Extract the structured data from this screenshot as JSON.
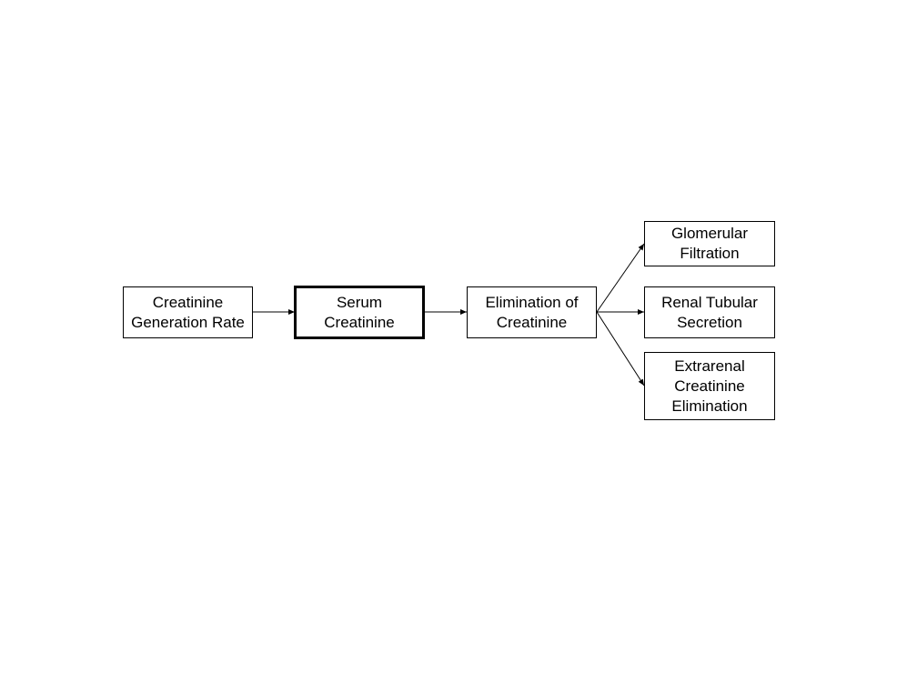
{
  "nodes": {
    "generation": {
      "lines": [
        "Creatinine",
        "Generation Rate"
      ]
    },
    "serum": {
      "lines": [
        "Serum",
        "Creatinine"
      ]
    },
    "elimination": {
      "lines": [
        "Elimination of",
        "Creatinine"
      ]
    },
    "glomerular": {
      "lines": [
        "Glomerular",
        "Filtration"
      ]
    },
    "tubular": {
      "lines": [
        "Renal Tubular",
        "Secretion"
      ]
    },
    "extrarenal": {
      "lines": [
        "Extrarenal",
        "Creatinine",
        "Elimination"
      ]
    }
  },
  "edges": [
    {
      "from": "Creatinine Generation Rate",
      "to": "Serum Creatinine"
    },
    {
      "from": "Serum Creatinine",
      "to": "Elimination of Creatinine"
    },
    {
      "from": "Elimination of Creatinine",
      "to": "Glomerular Filtration"
    },
    {
      "from": "Elimination of Creatinine",
      "to": "Renal Tubular Secretion"
    },
    {
      "from": "Elimination of Creatinine",
      "to": "Extrarenal Creatinine Elimination"
    }
  ],
  "style": {
    "stroke_color": "#000000",
    "background_color": "#ffffff"
  }
}
